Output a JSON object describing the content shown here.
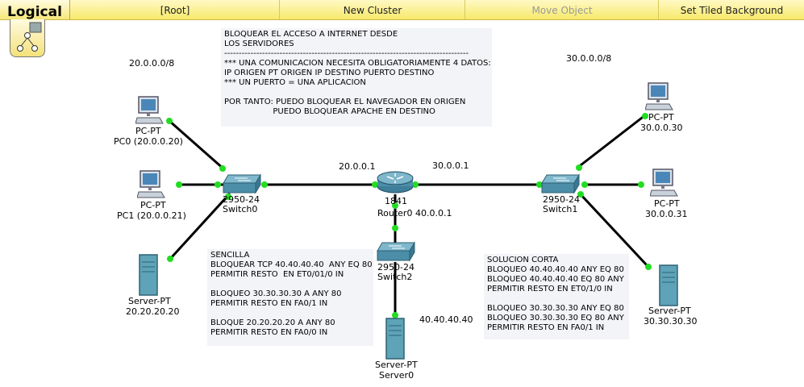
{
  "toolbar": {
    "mode_label": "Logical",
    "root_label": "[Root]",
    "new_cluster_label": "New Cluster",
    "move_object_label": "Move Object",
    "set_tiled_background_label": "Set Tiled Background"
  },
  "networks": {
    "net20": "20.0.0.0/8",
    "net30": "30.0.0.0/8",
    "net40": "40.40.40.40"
  },
  "devices": {
    "pc0": {
      "type": "PC-PT",
      "name": "PC0 (20.0.0.20)"
    },
    "pc1": {
      "type": "PC-PT",
      "name": "PC1 (20.0.0.21)"
    },
    "server_20": {
      "type": "Server-PT",
      "name": "20.20.20.20"
    },
    "switch0": {
      "type": "2950-24",
      "name": "Switch0"
    },
    "router0": {
      "type": "1841",
      "name": "Router0",
      "if_left": "20.0.0.1",
      "if_right": "30.0.0.1",
      "if_bottom": "40.0.0.1"
    },
    "switch2": {
      "type": "2950-24",
      "name": "Switch2"
    },
    "server0": {
      "type": "Server-PT",
      "name": "Server0"
    },
    "switch1": {
      "type": "2950-24",
      "name": "Switch1"
    },
    "pc_30_30": {
      "type": "PC-PT",
      "name": "30.0.0.30"
    },
    "pc_30_31": {
      "type": "PC-PT",
      "name": "30.0.0.31"
    },
    "server_30": {
      "type": "Server-PT",
      "name": "30.30.30.30"
    }
  },
  "notes": {
    "top": [
      "BLOQUEAR EL ACCESO A INTERNET DESDE",
      "LOS SERVIDORES",
      "------------------------------------------------------------------------------------",
      "*** UNA COMUNICACION NECESITA OBLIGATORIAMENTE 4 DATOS:",
      "IP ORIGEN PT ORIGEN IP DESTINO PUERTO DESTINO",
      "*** UN PUERTO = UNA APLICACION",
      "",
      "POR TANTO: PUEDO BLOQUEAR EL NAVEGADOR EN ORIGEN",
      "                   PUEDO BLOQUEAR APACHE EN DESTINO"
    ],
    "sencilla": [
      "SENCILLA",
      "BLOQUEAR TCP 40.40.40.40  ANY EQ 80",
      "PERMITIR RESTO  EN ET0/01/0 IN",
      "",
      "BLOQUEO 30.30.30.30 A ANY 80",
      "PERMITIR RESTO EN FA0/1 IN",
      "",
      "BLOQUE 20.20.20.20 A ANY 80",
      "PERMITIR RESTO EN FA0/0 IN"
    ],
    "corta": [
      "SOLUCION CORTA",
      "BLOQUEO 40.40.40.40 ANY EQ 80",
      "BLOQUEO 40.40.40.40 EQ 80 ANY",
      "PERMITIR RESTO EN ET0/1/0 IN",
      "",
      "BLOQUEO 30.30.30.30 ANY EQ 80",
      "BLOQUEO 30.30.30.30 EQ 80 ANY",
      "PERMITIR RESTO EN FA0/1 IN"
    ]
  },
  "colors": {
    "link": "#000000",
    "port_up": "#22dd22",
    "note_bg": "#f3f4f8",
    "toolbar": "#f7e96b"
  }
}
